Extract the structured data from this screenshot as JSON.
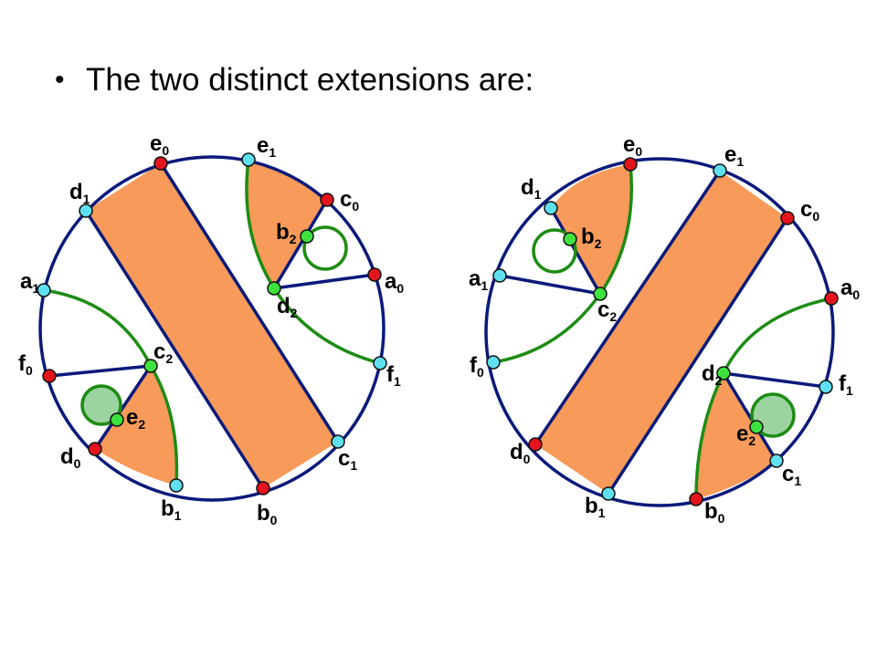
{
  "slide": {
    "bullet": "The two distinct extensions are:"
  },
  "colors": {
    "circle": "#0a1a7a",
    "chord": "#0a1a7a",
    "green_arc": "#1e8c14",
    "orange": "#f79a5a",
    "loop_fill": "#9dd3a0",
    "point_red": "#e4141e",
    "point_cyan": "#5ee0f0",
    "point_green": "#3ee23e",
    "background": "#ffffff"
  },
  "diagrams": [
    {
      "labels": [
        {
          "id": "e0",
          "base": "e",
          "sub": "0"
        },
        {
          "id": "e1",
          "base": "e",
          "sub": "1"
        },
        {
          "id": "c0",
          "base": "c",
          "sub": "0"
        },
        {
          "id": "d1",
          "base": "d",
          "sub": "1"
        },
        {
          "id": "b2",
          "base": "b",
          "sub": "2"
        },
        {
          "id": "a1",
          "base": "a",
          "sub": "1"
        },
        {
          "id": "a0",
          "base": "a",
          "sub": "0"
        },
        {
          "id": "d2",
          "base": "d",
          "sub": "2"
        },
        {
          "id": "c2",
          "base": "c",
          "sub": "2"
        },
        {
          "id": "f0",
          "base": "f",
          "sub": "0"
        },
        {
          "id": "f1",
          "base": "f",
          "sub": "1"
        },
        {
          "id": "e2",
          "base": "e",
          "sub": "2"
        },
        {
          "id": "d0",
          "base": "d",
          "sub": "0"
        },
        {
          "id": "c1",
          "base": "c",
          "sub": "1"
        },
        {
          "id": "b1",
          "base": "b",
          "sub": "1"
        },
        {
          "id": "b0",
          "base": "b",
          "sub": "0"
        }
      ]
    },
    {
      "labels": [
        {
          "id": "e0",
          "base": "e",
          "sub": "0"
        },
        {
          "id": "e1",
          "base": "e",
          "sub": "1"
        },
        {
          "id": "d1",
          "base": "d",
          "sub": "1"
        },
        {
          "id": "c0",
          "base": "c",
          "sub": "0"
        },
        {
          "id": "b2",
          "base": "b",
          "sub": "2"
        },
        {
          "id": "a1",
          "base": "a",
          "sub": "1"
        },
        {
          "id": "a0",
          "base": "a",
          "sub": "0"
        },
        {
          "id": "c2",
          "base": "c",
          "sub": "2"
        },
        {
          "id": "f0",
          "base": "f",
          "sub": "0"
        },
        {
          "id": "d2",
          "base": "d",
          "sub": "2"
        },
        {
          "id": "f1",
          "base": "f",
          "sub": "1"
        },
        {
          "id": "e2",
          "base": "e",
          "sub": "2"
        },
        {
          "id": "d0",
          "base": "d",
          "sub": "0"
        },
        {
          "id": "c1",
          "base": "c",
          "sub": "1"
        },
        {
          "id": "b1",
          "base": "b",
          "sub": "1"
        },
        {
          "id": "b0",
          "base": "b",
          "sub": "0"
        }
      ]
    }
  ]
}
